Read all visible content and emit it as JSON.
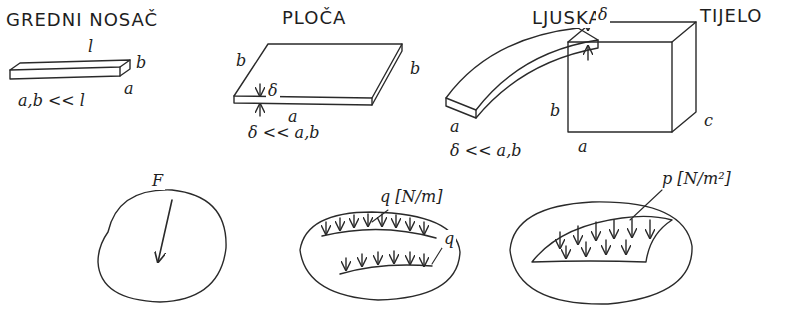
{
  "diagram": {
    "labels": [
      "GREDNI NOSAČ",
      "l",
      "b",
      "a",
      "a,b << l",
      "PLOČA",
      "b",
      "δ",
      "a",
      "δ << a,b",
      "b",
      "LJUSKA",
      "δ",
      "a",
      "b",
      "δ << a,b",
      "TIJELO",
      "a",
      "c",
      "F",
      "q [N/m]",
      "q",
      "p [N/m²]"
    ]
  }
}
